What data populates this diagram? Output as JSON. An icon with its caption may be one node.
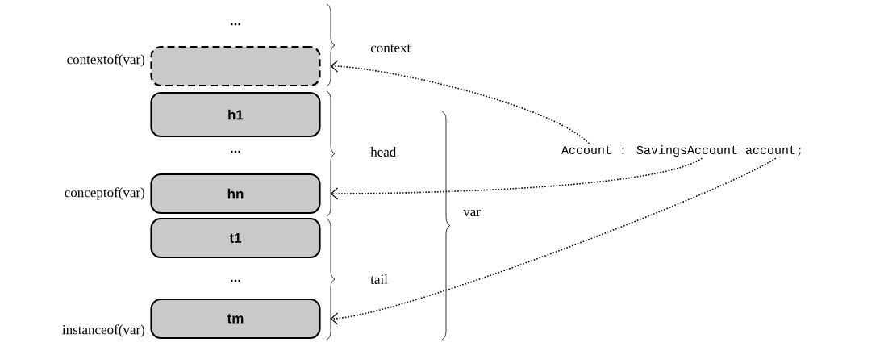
{
  "diagram": {
    "nodes": [
      {
        "text": [],
        "shape": "box",
        "beside": [
          "contextof(var)"
        ]
      },
      {
        "text": [
          "h1"
        ]
      },
      {
        "text": [
          "hn"
        ],
        "beside": [
          "conceptof(var)"
        ]
      },
      {
        "text": [
          "t1"
        ]
      },
      {
        "text": [
          "tm"
        ],
        "beside": [
          "instanceof(var)"
        ]
      },
      {
        "text": [
          "Account : SavingsAccount account;"
        ]
      }
    ],
    "edges": [
      {
        "from": 5,
        "to": 0,
        "arrow": "to"
      },
      {
        "from": 5,
        "to": 2,
        "arrow": "to"
      },
      {
        "from": 5,
        "to": 4,
        "arrow": "to"
      }
    ],
    "labels": [
      "...",
      "...",
      "...",
      "context",
      "head",
      "tail",
      "var"
    ]
  }
}
